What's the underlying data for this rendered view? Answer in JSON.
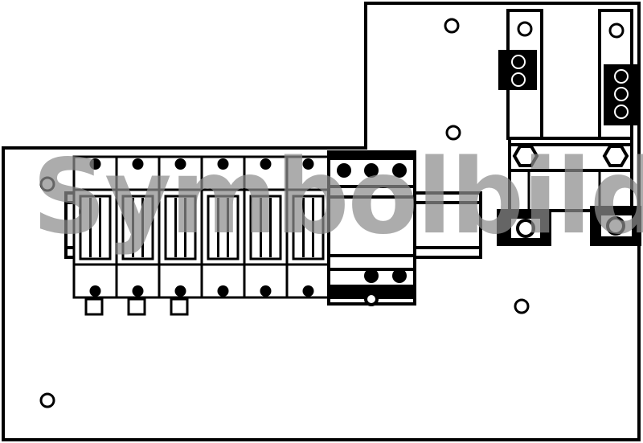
{
  "diagram": {
    "kind": "panel layout drawing",
    "stroke_color": "#000000",
    "fill_color": "#ffffff",
    "watermark": {
      "text": "Symbolbild",
      "color": "#8c8c8c"
    },
    "breaker_count": 6,
    "mounting_holes": 5
  }
}
